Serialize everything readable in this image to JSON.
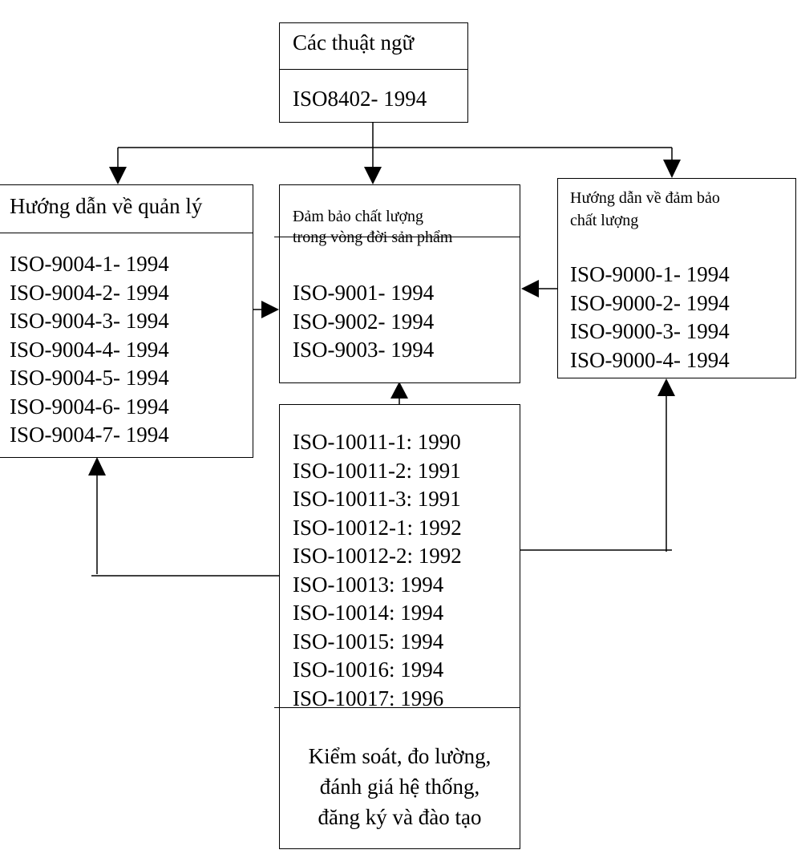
{
  "terms": {
    "title": "Các thuật ngữ",
    "standard": "ISO8402- 1994"
  },
  "management_guide": {
    "title": "Hướng dẫn về quản lý",
    "items": [
      "ISO-9004-1- 1994",
      "ISO-9004-2- 1994",
      "ISO-9004-3- 1994",
      "ISO-9004-4- 1994",
      "ISO-9004-5- 1994",
      "ISO-9004-6- 1994",
      "ISO-9004-7- 1994"
    ]
  },
  "lifecycle_assurance": {
    "title_line1": "Đảm bảo chất lượng",
    "title_line2": "trong vòng đời sản phẩm",
    "items": [
      "ISO-9001- 1994",
      "ISO-9002- 1994",
      "ISO-9003- 1994"
    ]
  },
  "assurance_guide": {
    "title_line1": "Hướng dẫn về đảm bảo",
    "title_line2": "chất lượng",
    "items": [
      "ISO-9000-1- 1994",
      "ISO-9000-2- 1994",
      "ISO-9000-3- 1994",
      "ISO-9000-4- 1994"
    ]
  },
  "supporting": {
    "items": [
      "ISO-10011-1: 1990",
      "ISO-10011-2: 1991",
      "ISO-10011-3: 1991",
      "ISO-10012-1: 1992",
      "ISO-10012-2: 1992",
      "ISO-10013: 1994",
      "ISO-10014: 1994",
      "ISO-10015: 1994",
      "ISO-10016: 1994",
      "ISO-10017: 1996"
    ],
    "caption_line1": "Kiểm soát, đo lường,",
    "caption_line2": "đánh giá hệ thống,",
    "caption_line3": "đăng ký và đào tạo"
  }
}
